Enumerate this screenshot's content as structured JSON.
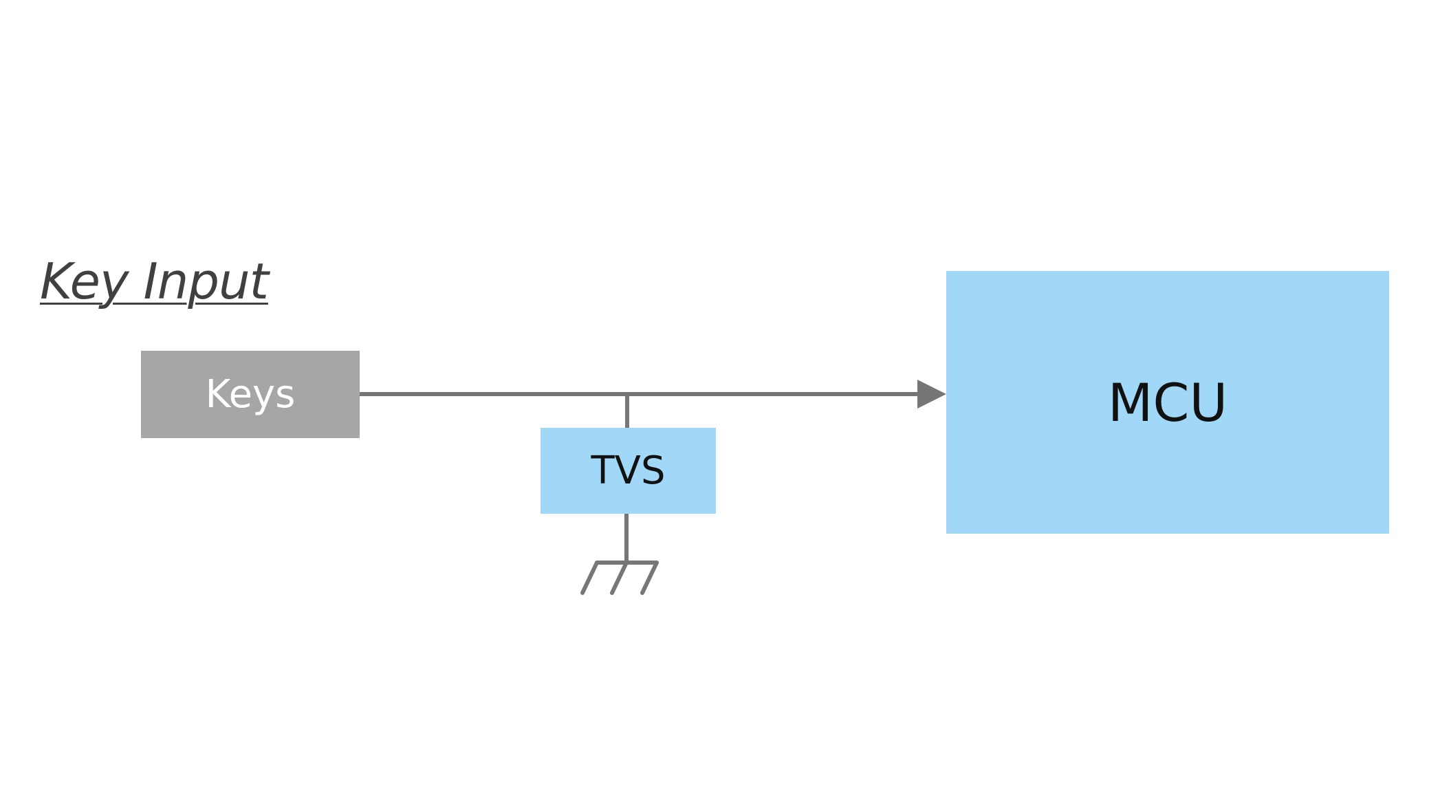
{
  "title": "Key Input",
  "blocks": {
    "keys": {
      "label": "Keys",
      "fill": "#a6a6a6",
      "text_color": "#ffffff"
    },
    "tvs": {
      "label": "TVS",
      "fill": "#a1d8f8",
      "text_color": "#111111"
    },
    "mcu": {
      "label": "MCU",
      "fill": "#a1d8f8",
      "text_color": "#111111"
    }
  },
  "wire_color": "#767676",
  "icons": {
    "ground": "ground-symbol-icon",
    "arrow": "arrowhead-icon"
  }
}
